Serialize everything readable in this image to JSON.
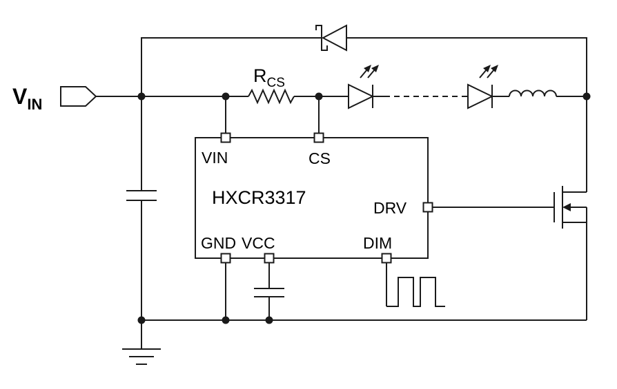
{
  "colors": {
    "line": "#1a1a1a",
    "background": "#ffffff",
    "text": "#000000"
  },
  "labels": {
    "input": {
      "main": "V",
      "sub": "IN"
    },
    "sense_resistor": {
      "main": "R",
      "sub": "CS"
    },
    "ic": {
      "name": "HXCR3317",
      "pins": {
        "vin": "VIN",
        "cs": "CS",
        "drv": "DRV",
        "gnd": "GND",
        "vcc": "VCC",
        "dim": "DIM"
      }
    }
  },
  "components": [
    {
      "name": "input-terminal",
      "type": "signal-tag"
    },
    {
      "name": "freewheeling-diode",
      "type": "schottky-diode"
    },
    {
      "name": "input-capacitor",
      "type": "capacitor"
    },
    {
      "name": "sense-resistor",
      "type": "resistor"
    },
    {
      "name": "led-1",
      "type": "led"
    },
    {
      "name": "led-string-dashed-wire",
      "type": "series-led-string"
    },
    {
      "name": "led-2",
      "type": "led"
    },
    {
      "name": "inductor",
      "type": "inductor"
    },
    {
      "name": "driver-ic",
      "type": "ic"
    },
    {
      "name": "power-mosfet",
      "type": "nmos"
    },
    {
      "name": "vcc-capacitor",
      "type": "capacitor"
    },
    {
      "name": "pwm-dimming-waveform",
      "type": "square-wave-icon"
    },
    {
      "name": "ground",
      "type": "earth-ground"
    }
  ]
}
